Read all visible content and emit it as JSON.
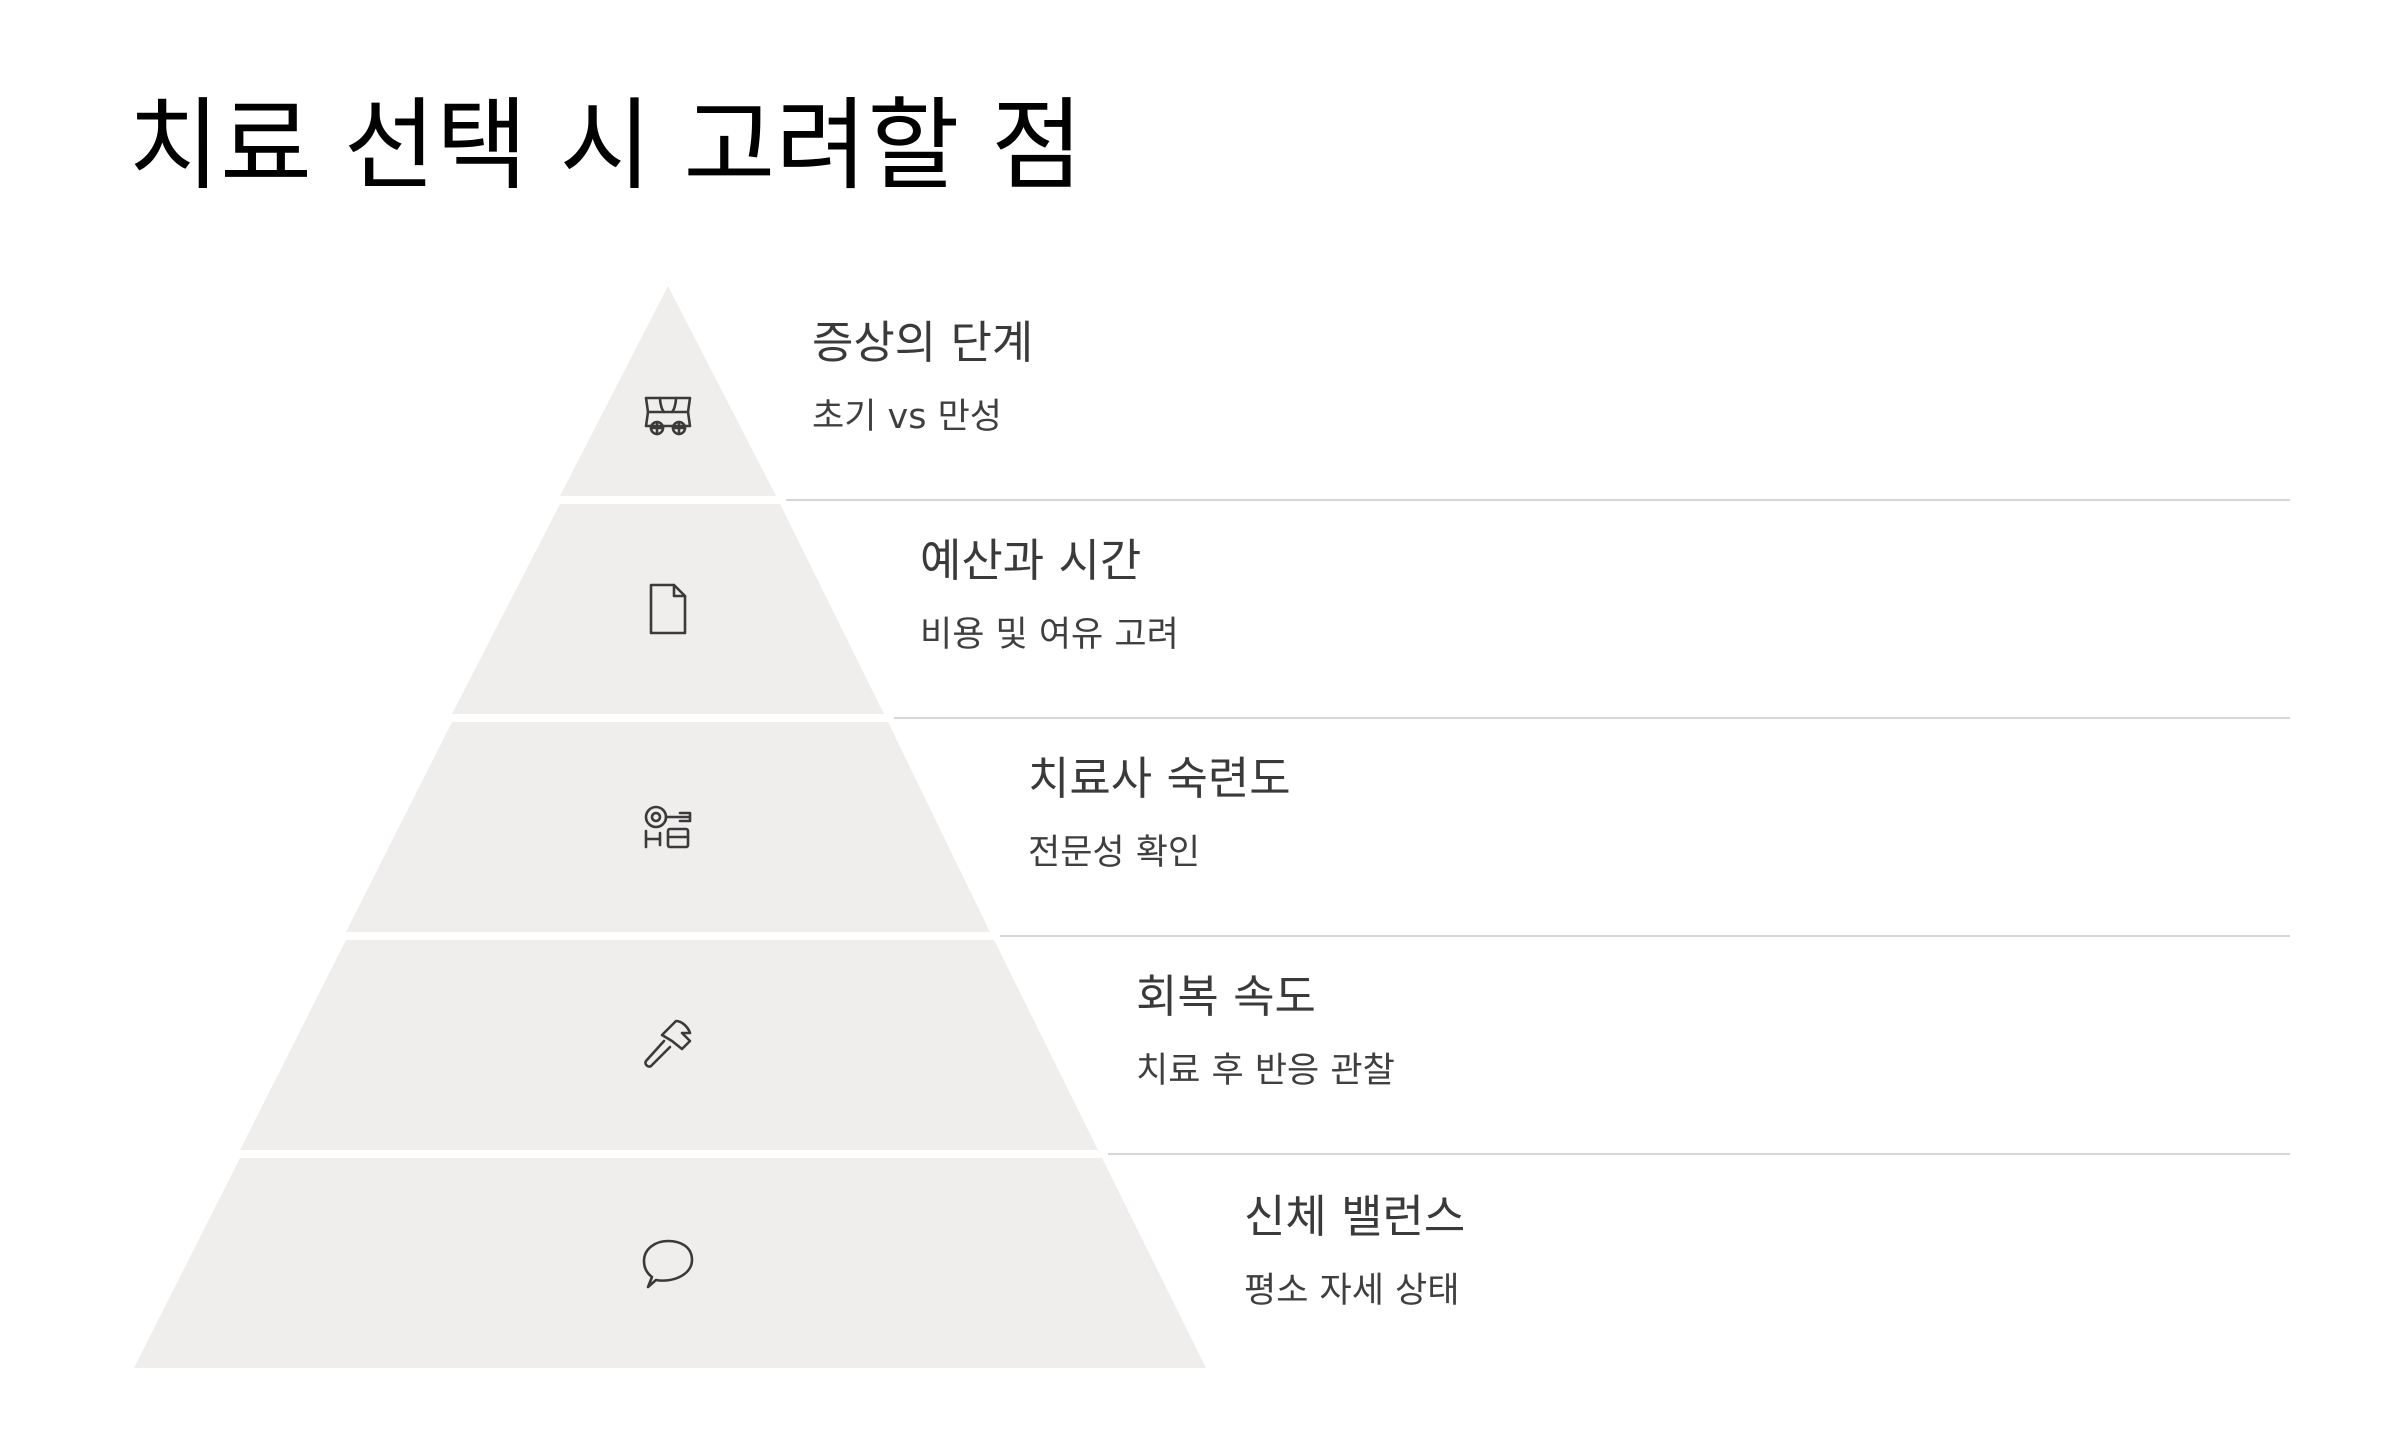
{
  "title": "치료 선택 시 고려할 점",
  "colors": {
    "tier_fill": "#f0eded",
    "divider": "#d6d6d6",
    "icon_stroke": "#3a3a3a"
  },
  "levels": [
    {
      "title": "증상의 단계",
      "subtitle": "초기 vs 만성",
      "icon": "vintage-car-icon"
    },
    {
      "title": "예산과 시간",
      "subtitle": "비용 및 여유 고려",
      "icon": "document-icon"
    },
    {
      "title": "치료사 숙련도",
      "subtitle": "전문성 확인",
      "icon": "tools-icon"
    },
    {
      "title": "회복 속도",
      "subtitle": "치료 후 반응 관찰",
      "icon": "hammer-icon"
    },
    {
      "title": "신체 밸런스",
      "subtitle": "평소 자세 상태",
      "icon": "speech-bubble-icon"
    }
  ]
}
